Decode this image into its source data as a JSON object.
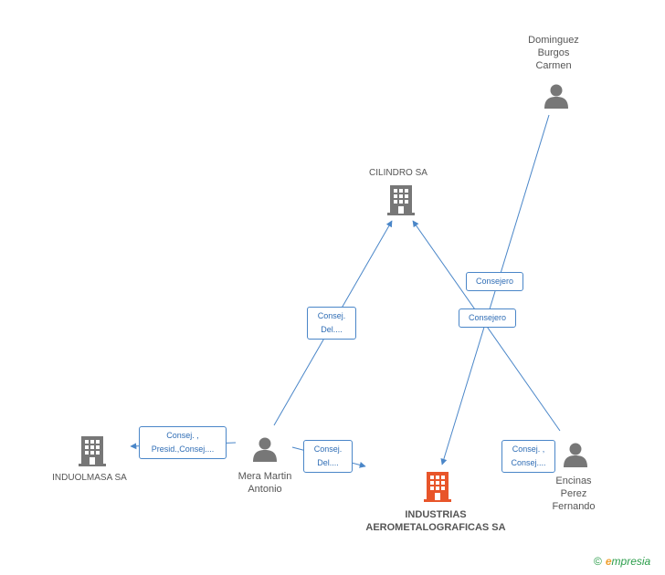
{
  "nodes": {
    "dominguez": {
      "lines": [
        "Dominguez",
        "Burgos",
        "Carmen"
      ]
    },
    "cilindro": {
      "lines": [
        "CILINDRO SA"
      ]
    },
    "induolmasa": {
      "lines": [
        "INDUOLMASA SA"
      ]
    },
    "mera": {
      "lines": [
        "Mera Martin",
        "Antonio"
      ]
    },
    "industrias": {
      "lines": [
        "INDUSTRIAS",
        "AEROMETALOGRAFICAS SA"
      ]
    },
    "encinas": {
      "lines": [
        "Encinas",
        "Perez",
        "Fernando"
      ]
    }
  },
  "edges": {
    "mera_cilindro": [
      "Consej.",
      "Del...."
    ],
    "mera_induolmasa": [
      "Consej. ,",
      "Presid.,Consej...."
    ],
    "mera_industrias": [
      "Consej.",
      "Del...."
    ],
    "dominguez_industrias": [
      "Consejero"
    ],
    "encinas_cilindro": [
      "Consejero"
    ],
    "encinas_industrias": [
      "Consej. ,",
      "Consej...."
    ]
  },
  "brand": {
    "copyright": "©",
    "e": "e",
    "rest": "mpresia"
  },
  "colors": {
    "line": "#4a86c8",
    "person": "#777777",
    "company": "#777777",
    "main_company": "#e8552a"
  }
}
